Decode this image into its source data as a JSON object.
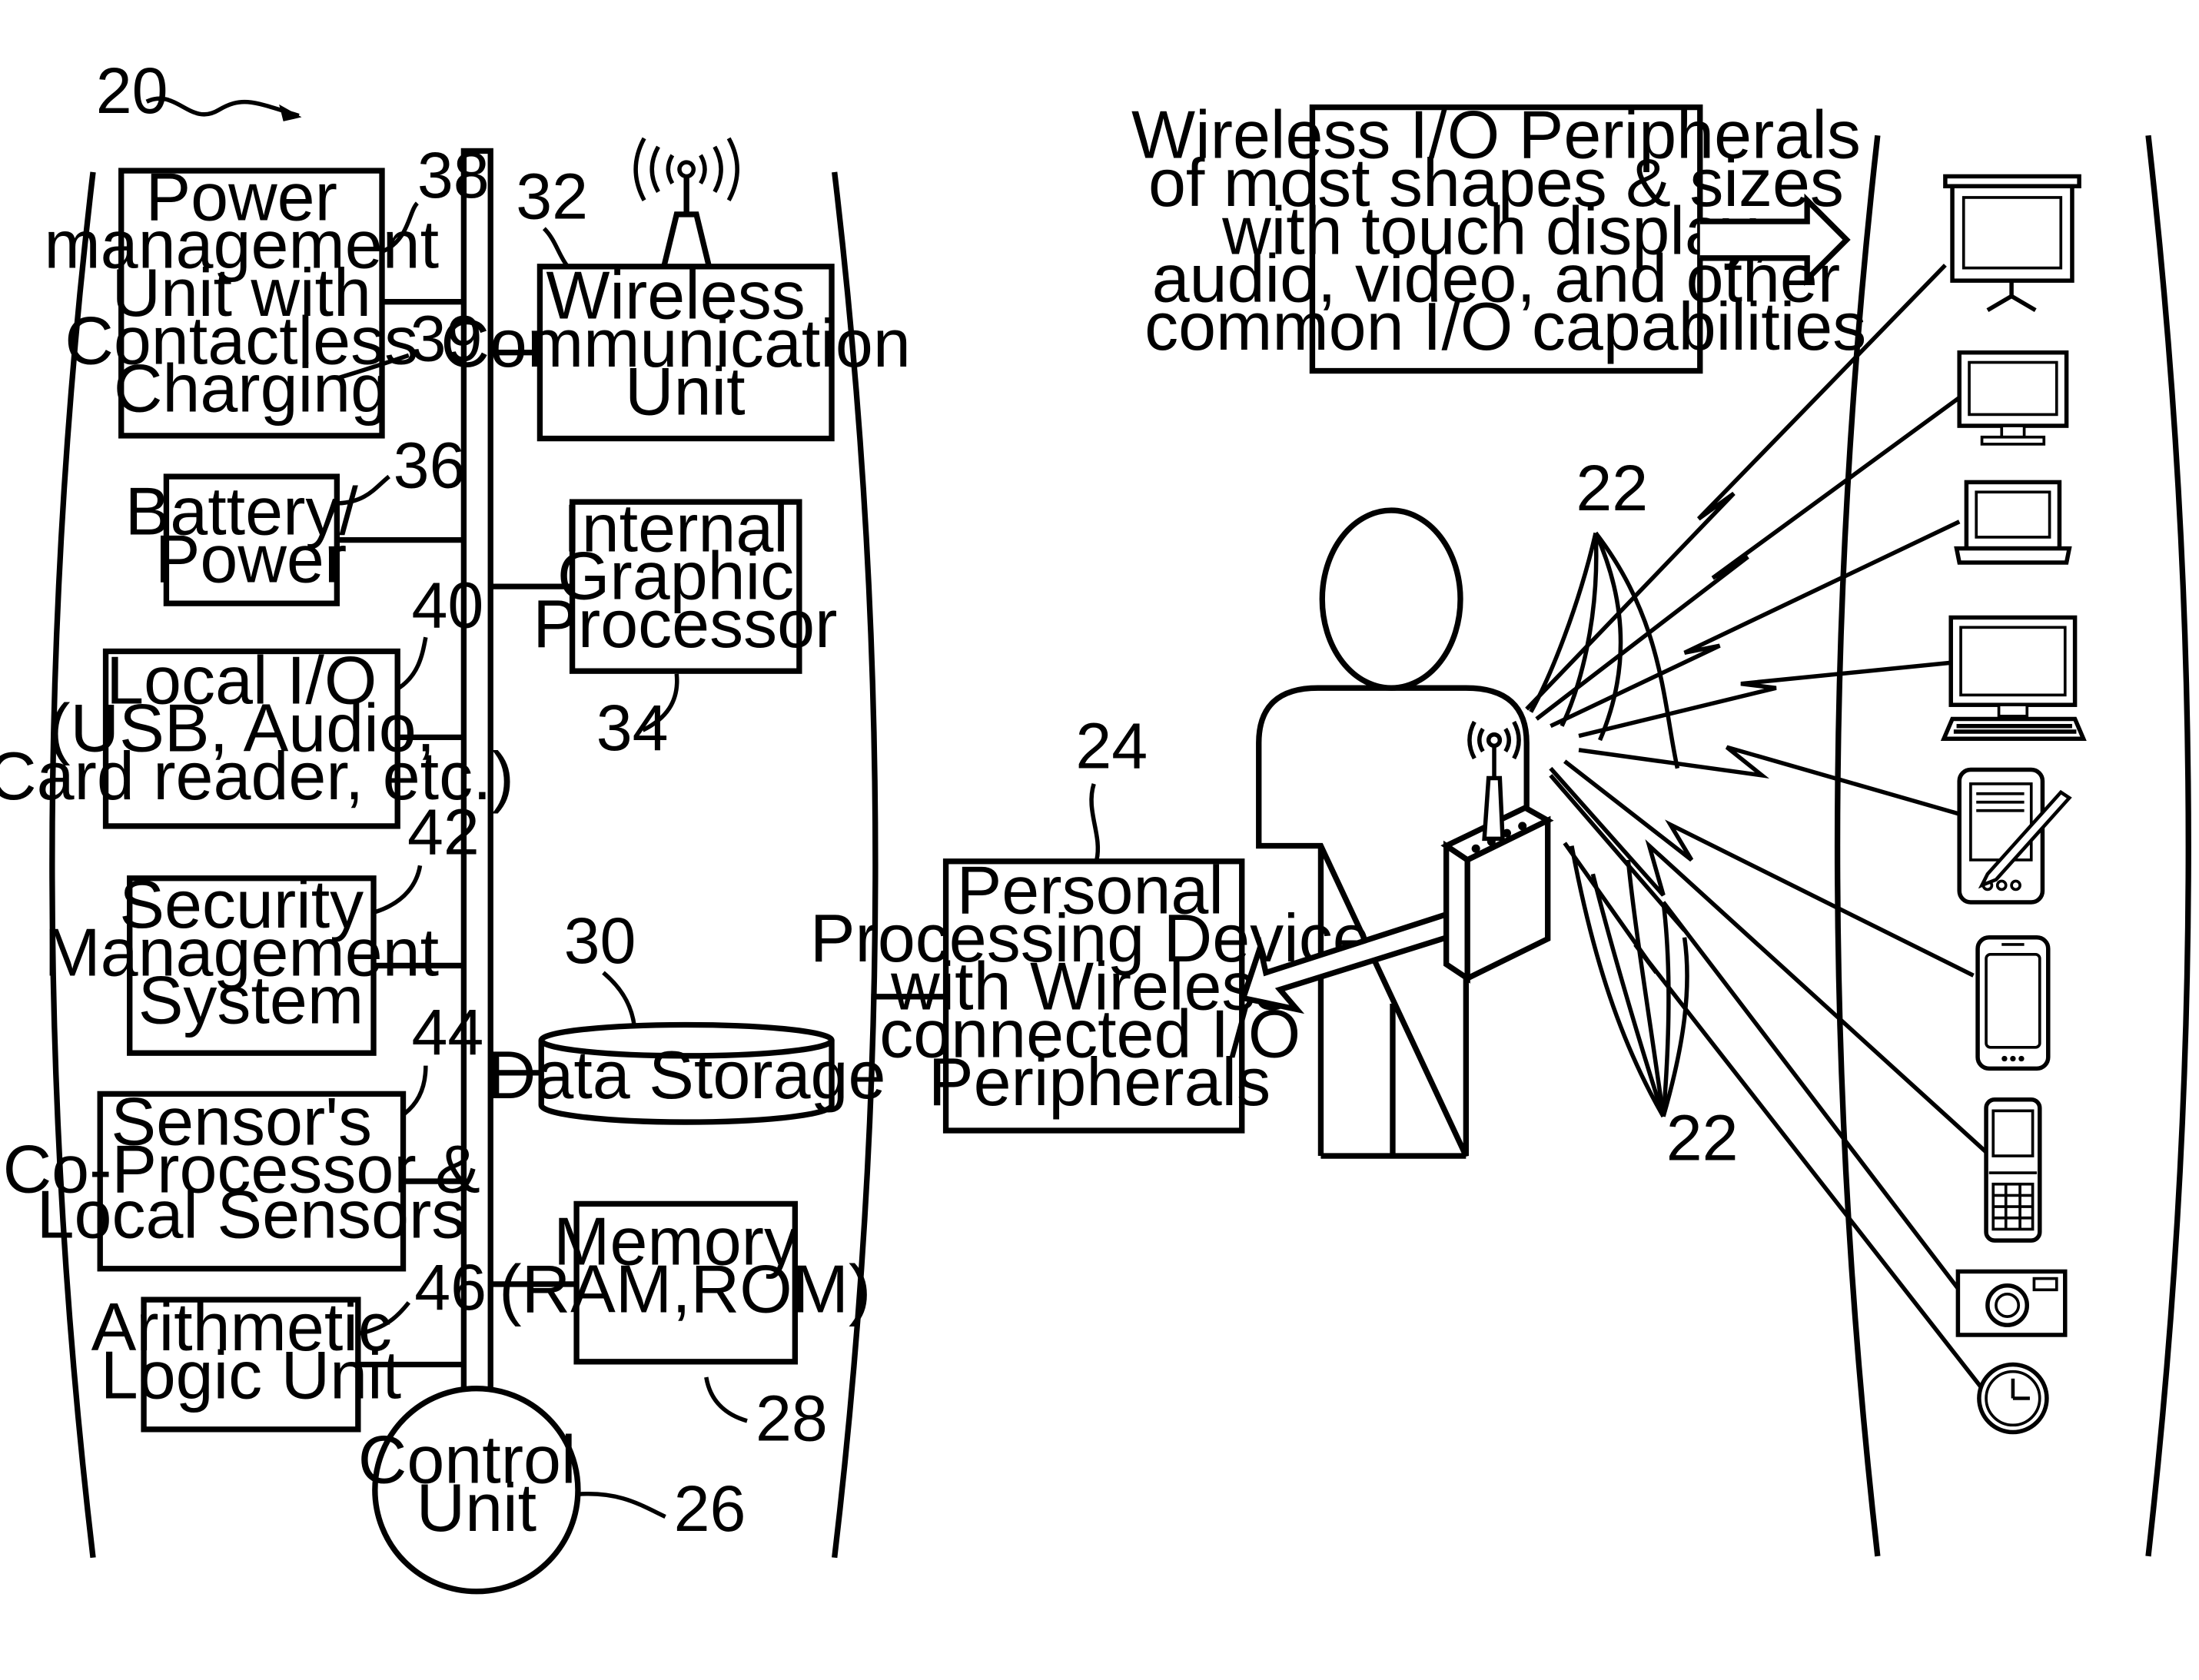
{
  "refs": {
    "system": "20",
    "wireless_links_top": "22",
    "wireless_links_bottom": "22",
    "personal_device": "24",
    "control_unit": "26",
    "memory": "28",
    "data_storage": "30",
    "wireless_comm": "32",
    "graphic_processor": "34",
    "battery": "36",
    "power_mgmt": "38",
    "contactless": "39",
    "local_io": "40",
    "security": "42",
    "sensors": "44",
    "alu": "46"
  },
  "blocks": {
    "power_mgmt": [
      "Power",
      "management",
      "Unit with",
      "Contactless",
      "Charging"
    ],
    "battery": [
      "Battery/",
      "Power"
    ],
    "local_io": [
      "Local I/O",
      "(USB, Audio,",
      "Card reader, etc.)"
    ],
    "security": [
      "Security",
      "Management",
      "System"
    ],
    "sensors": [
      "Sensor's",
      "Co-Processor &",
      "Local Sensors"
    ],
    "alu": [
      "Arithmetic",
      "Logic Unit"
    ],
    "control_unit": [
      "Control",
      "Unit"
    ],
    "wireless_comm": [
      "Wireless",
      "Communication",
      "Unit"
    ],
    "graphic_processor": [
      "Internal",
      "Graphic",
      "Processor"
    ],
    "data_storage": [
      "Data Storage"
    ],
    "memory": [
      "Memory",
      "(RAM,ROM)"
    ],
    "personal_device": [
      "Personal",
      "Processing Device",
      "with Wireless",
      "connected I/O",
      "Peripherals"
    ],
    "peripherals_note": [
      "Wireless I/O Peripherals",
      "of most shapes & sizes",
      "with touch display,",
      "audio, video, and other",
      "common I/O capabilities"
    ]
  },
  "peripheral_icons": [
    "projector-screen-icon",
    "monitor-icon",
    "laptop-icon",
    "desktop-computer-icon",
    "pda-stylus-icon",
    "smartphone-icon",
    "keypad-phone-icon",
    "camera-icon",
    "watch-icon"
  ]
}
